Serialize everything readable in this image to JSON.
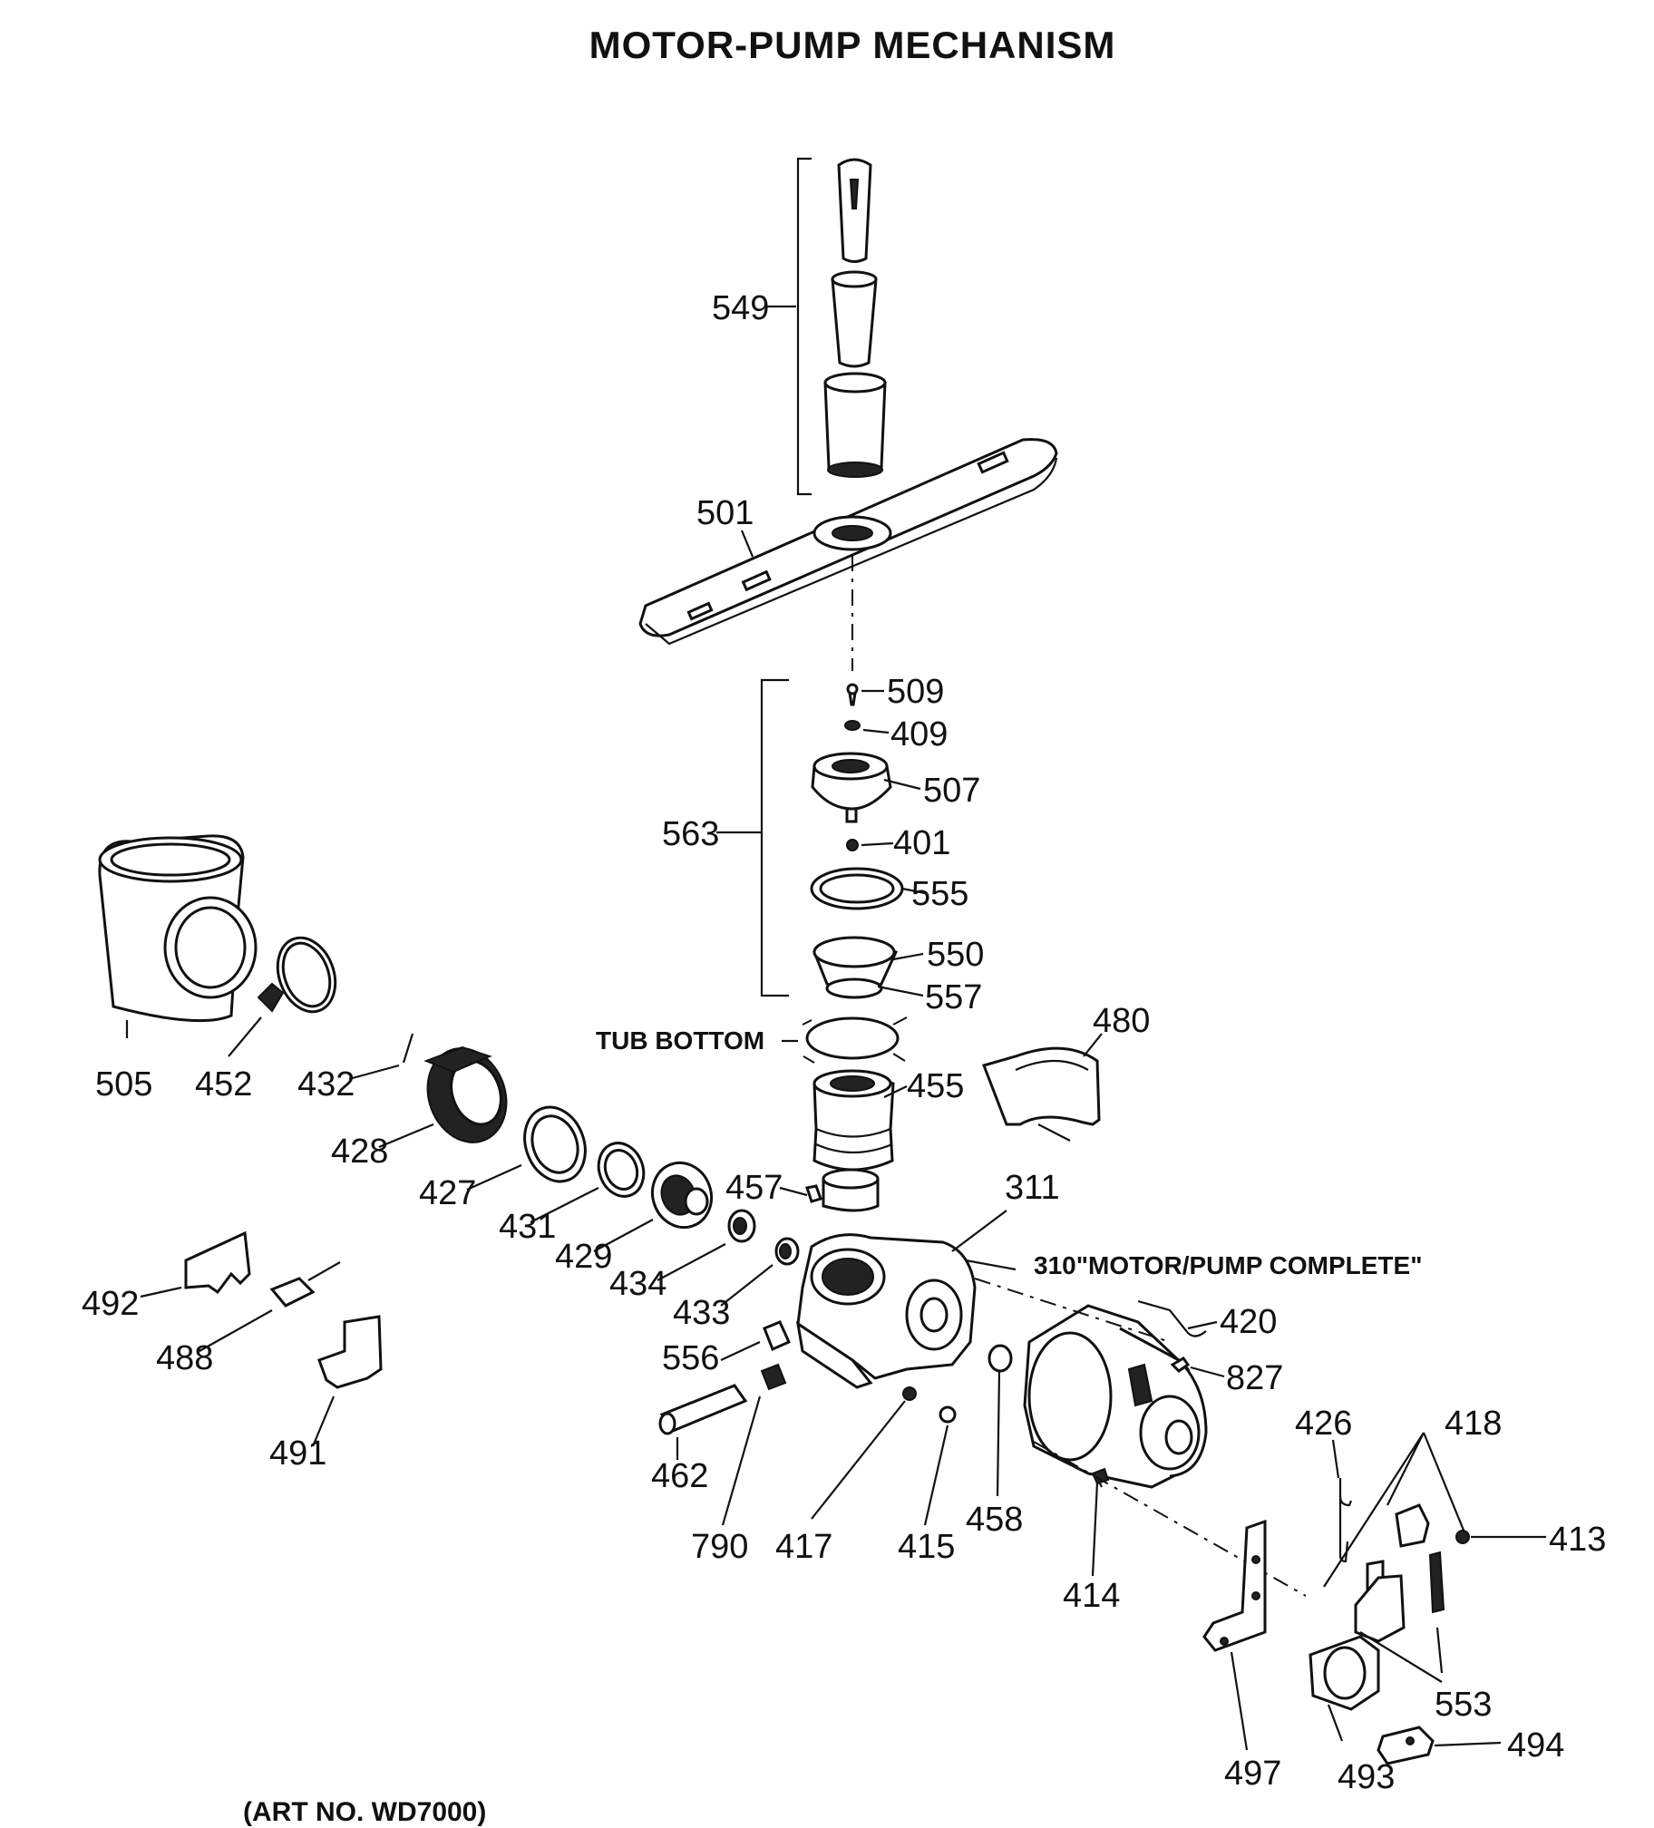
{
  "title": "MOTOR-PUMP MECHANISM",
  "art_no": "(ART NO. WD7000)",
  "callouts": {
    "p549": "549",
    "p501": "501",
    "p509": "509",
    "p409": "409",
    "p507": "507",
    "p563": "563",
    "p401": "401",
    "p555": "555",
    "p550": "550",
    "p557": "557",
    "p480": "480",
    "p505": "505",
    "p452": "452",
    "p432": "432",
    "p455": "455",
    "p428": "428",
    "p427": "427",
    "p457": "457",
    "p311": "311",
    "p431": "431",
    "p429": "429",
    "p434": "434",
    "p433": "433",
    "p492": "492",
    "p488": "488",
    "p491": "491",
    "p556": "556",
    "p462": "462",
    "p790": "790",
    "p417": "417",
    "p415": "415",
    "p458": "458",
    "p414": "414",
    "p420": "420",
    "p827": "827",
    "p426": "426",
    "p418": "418",
    "p413": "413",
    "p553": "553",
    "p497": "497",
    "p493": "493",
    "p494": "494"
  },
  "tub_bottom": "TUB BOTTOM",
  "p310": "310\"MOTOR/PUMP COMPLETE\""
}
